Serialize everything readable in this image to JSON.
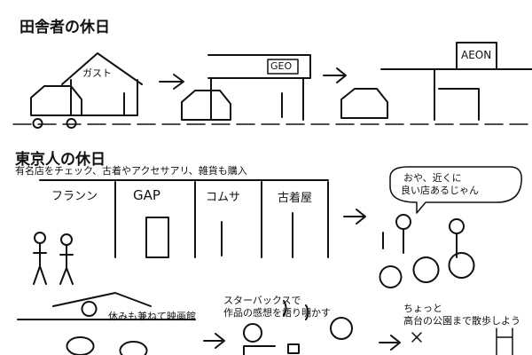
{
  "panel1": {
    "title": "田舎者の休日",
    "signs": [
      "ガスト",
      "GEO",
      "AEON"
    ]
  },
  "panel2": {
    "title": "東京人の休日",
    "caption": "有名店をチェック、古着やアクセサアリ、雑貨も購入",
    "shops": [
      "フランン",
      "GAP",
      "コムサ",
      "古着屋"
    ],
    "speech": [
      "おや、近くに",
      "良い店あるじゃん"
    ]
  },
  "panel3": {
    "captions": {
      "movie": "休みも兼ねて映画館",
      "cafe_1": "スターバックスで",
      "cafe_2": "作品の感想を語り明かす",
      "park_1": "ちょっと",
      "park_2": "高台の公園まで散歩しよう"
    }
  }
}
